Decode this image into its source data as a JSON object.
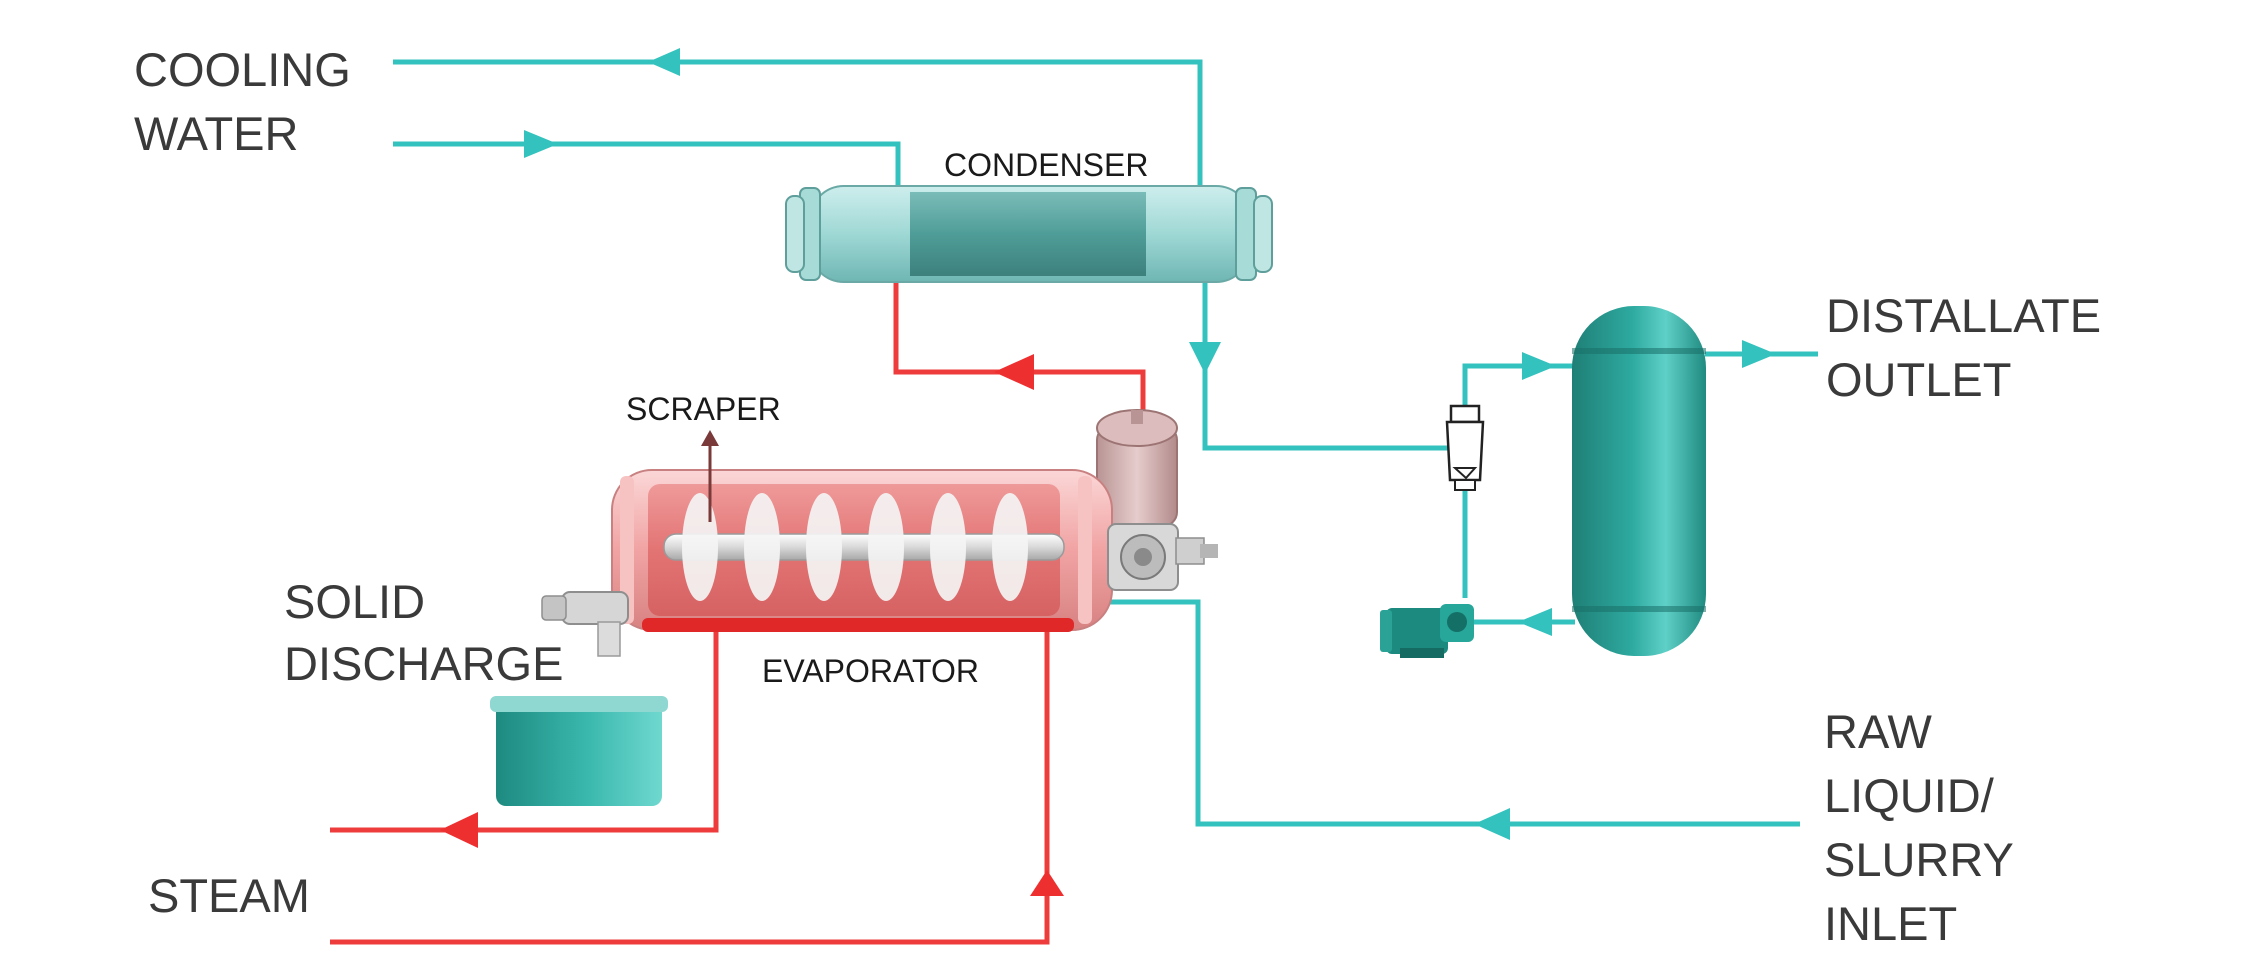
{
  "labels": {
    "cooling_water_1": "COOLING",
    "cooling_water_2": "WATER",
    "condenser": "CONDENSER",
    "scraper": "SCRAPER",
    "solid_discharge_1": "SOLID",
    "solid_discharge_2": "DISCHARGE",
    "evaporator": "EVAPORATOR",
    "steam": "STEAM",
    "distallate_1": "DISTALLATE",
    "distallate_2": "OUTLET",
    "raw_1": "RAW",
    "raw_2": "LIQUID/",
    "raw_3": "SLURRY",
    "raw_4": "INLET"
  },
  "colors": {
    "cooling_line": "#33c2bd",
    "steam_line": "#ee3b3b",
    "condenser_body": "#8fd0cc",
    "evaporator_body": "#f2aeae",
    "receiver_tank": "#2a9c92"
  }
}
